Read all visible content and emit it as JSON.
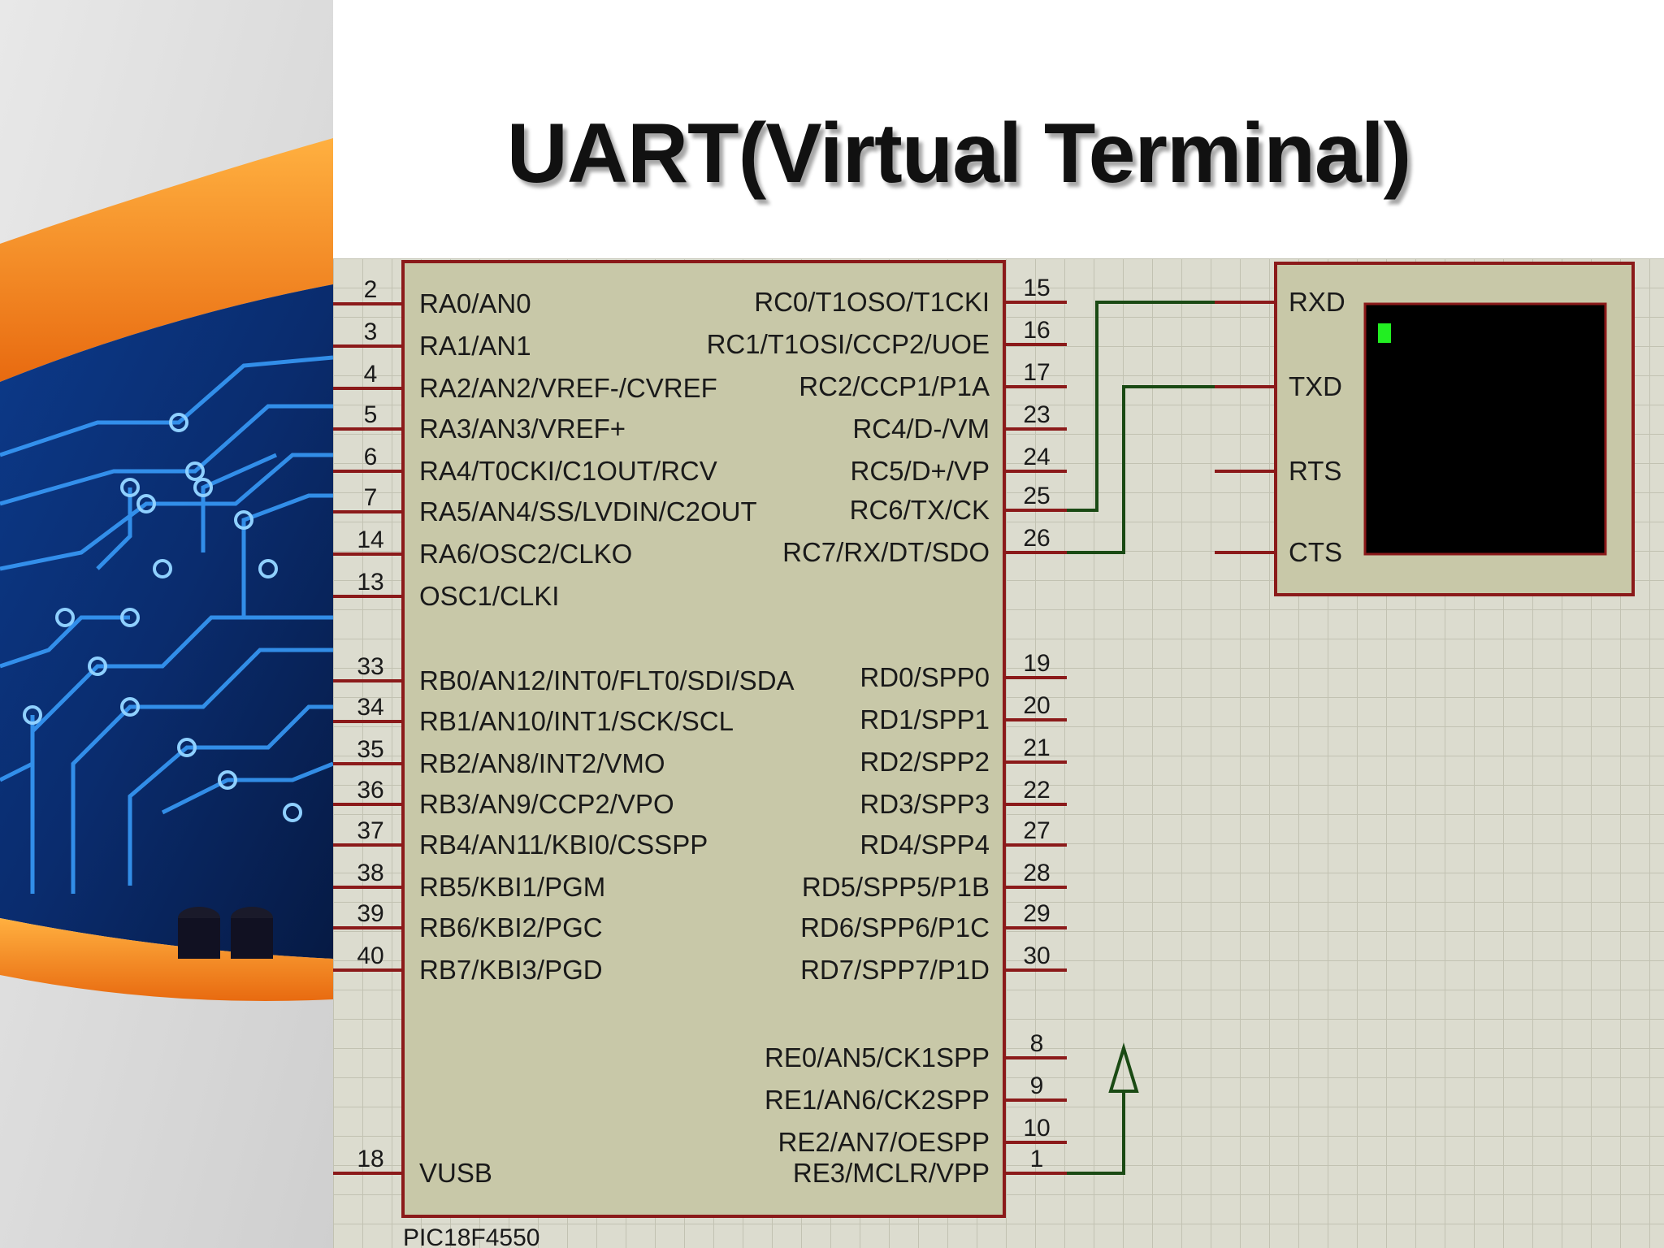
{
  "slide": {
    "title": "UART(Virtual Terminal)"
  },
  "colors": {
    "grid_bg": "#dcdccf",
    "grid_line": "#c2c2b2",
    "chip_fill": "#c8c8a8",
    "outline": "#8b1a1a",
    "wire": "#1a4a14",
    "terminal_screen": "#000000",
    "cursor": "#22ee22",
    "pin_label": "#1a1a1a"
  },
  "mcu": {
    "part_name": "PIC18F4550",
    "left_pins": [
      {
        "num": "2",
        "label": "RA0/AN0"
      },
      {
        "num": "3",
        "label": "RA1/AN1"
      },
      {
        "num": "4",
        "label": "RA2/AN2/VREF-/CVREF"
      },
      {
        "num": "5",
        "label": "RA3/AN3/VREF+"
      },
      {
        "num": "6",
        "label": "RA4/T0CKI/C1OUT/RCV"
      },
      {
        "num": "7",
        "label": "RA5/AN4/SS/LVDIN/C2OUT"
      },
      {
        "num": "14",
        "label": "RA6/OSC2/CLKO"
      },
      {
        "num": "13",
        "label": "OSC1/CLKI"
      },
      {
        "num": "33",
        "label": "RB0/AN12/INT0/FLT0/SDI/SDA"
      },
      {
        "num": "34",
        "label": "RB1/AN10/INT1/SCK/SCL"
      },
      {
        "num": "35",
        "label": "RB2/AN8/INT2/VMO"
      },
      {
        "num": "36",
        "label": "RB3/AN9/CCP2/VPO"
      },
      {
        "num": "37",
        "label": "RB4/AN11/KBI0/CSSPP"
      },
      {
        "num": "38",
        "label": "RB5/KBI1/PGM"
      },
      {
        "num": "39",
        "label": "RB6/KBI2/PGC"
      },
      {
        "num": "40",
        "label": "RB7/KBI3/PGD"
      },
      {
        "num": "18",
        "label": "VUSB"
      }
    ],
    "right_pins": [
      {
        "num": "15",
        "label": "RC0/T1OSO/T1CKI"
      },
      {
        "num": "16",
        "label": "RC1/T1OSI/CCP2/UOE"
      },
      {
        "num": "17",
        "label": "RC2/CCP1/P1A"
      },
      {
        "num": "23",
        "label": "RC4/D-/VM"
      },
      {
        "num": "24",
        "label": "RC5/D+/VP"
      },
      {
        "num": "25",
        "label": "RC6/TX/CK"
      },
      {
        "num": "26",
        "label": "RC7/RX/DT/SDO"
      },
      {
        "num": "19",
        "label": "RD0/SPP0"
      },
      {
        "num": "20",
        "label": "RD1/SPP1"
      },
      {
        "num": "21",
        "label": "RD2/SPP2"
      },
      {
        "num": "22",
        "label": "RD3/SPP3"
      },
      {
        "num": "27",
        "label": "RD4/SPP4"
      },
      {
        "num": "28",
        "label": "RD5/SPP5/P1B"
      },
      {
        "num": "29",
        "label": "RD6/SPP6/P1C"
      },
      {
        "num": "30",
        "label": "RD7/SPP7/P1D"
      },
      {
        "num": "8",
        "label": "RE0/AN5/CK1SPP"
      },
      {
        "num": "9",
        "label": "RE1/AN6/CK2SPP"
      },
      {
        "num": "10",
        "label": "RE2/AN7/OESPP"
      },
      {
        "num": "1",
        "label": "RE3/MCLR/VPP"
      }
    ]
  },
  "terminal": {
    "pins": [
      "RXD",
      "TXD",
      "RTS",
      "CTS"
    ]
  },
  "connections": [
    {
      "from": "RC6/TX/CK",
      "to": "RXD"
    },
    {
      "from": "RC7/RX/DT/SDO",
      "to": "TXD"
    },
    {
      "from": "RE3/MCLR/VPP",
      "to": "power-terminal"
    }
  ]
}
